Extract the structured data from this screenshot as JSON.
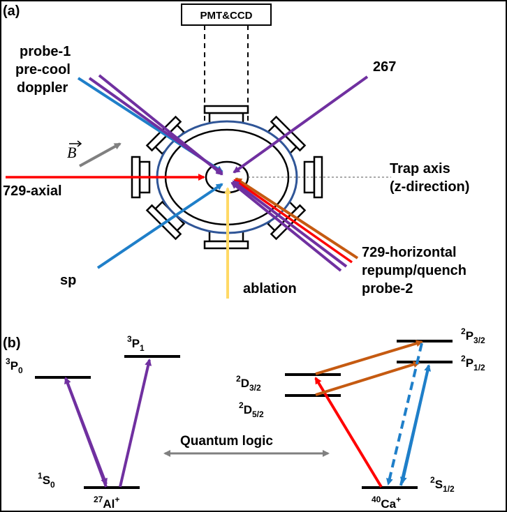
{
  "panel_a": {
    "label": "(a)",
    "detector": "PMT&CCD",
    "beam_labels": {
      "probe1": "probe-1",
      "precool": "pre-cool",
      "doppler": "doppler",
      "uv267": "267",
      "axial729": "729-axial",
      "sp": "sp",
      "ablation": "ablation",
      "horizontal729": "729-horizontal",
      "repump": "repump/quench",
      "probe2": "probe-2",
      "trap_axis_1": "Trap axis",
      "trap_axis_2": "(z-direction)",
      "bfield": "B"
    },
    "colors": {
      "purple": "#7030a0",
      "blue": "#1f7fc9",
      "red": "#ff0000",
      "orange": "#c55a11",
      "yellow": "#ffd966",
      "gray": "#808080",
      "chamber": "#2f5597"
    }
  },
  "panel_b": {
    "label": "(b)",
    "al_levels": {
      "p0": "P",
      "p0_pre": "3",
      "p0_sub": "0",
      "p1": "P",
      "p1_pre": "3",
      "p1_sub": "1",
      "s0": "S",
      "s0_pre": "1",
      "s0_sub": "0"
    },
    "al_ion": {
      "mass": "27",
      "name": "Al",
      "charge": "+"
    },
    "ca_levels": {
      "p32": "P",
      "p32_pre": "2",
      "p32_sub": "3/2",
      "p12": "P",
      "p12_pre": "2",
      "p12_sub": "1/2",
      "d32": "D",
      "d32_pre": "2",
      "d32_sub": "3/2",
      "d52": "D",
      "d52_pre": "2",
      "d52_sub": "5/2",
      "s12": "S",
      "s12_pre": "2",
      "s12_sub": "1/2"
    },
    "ca_ion": {
      "mass": "40",
      "name": "Ca",
      "charge": "+"
    },
    "quantum_logic": "Quantum logic"
  }
}
